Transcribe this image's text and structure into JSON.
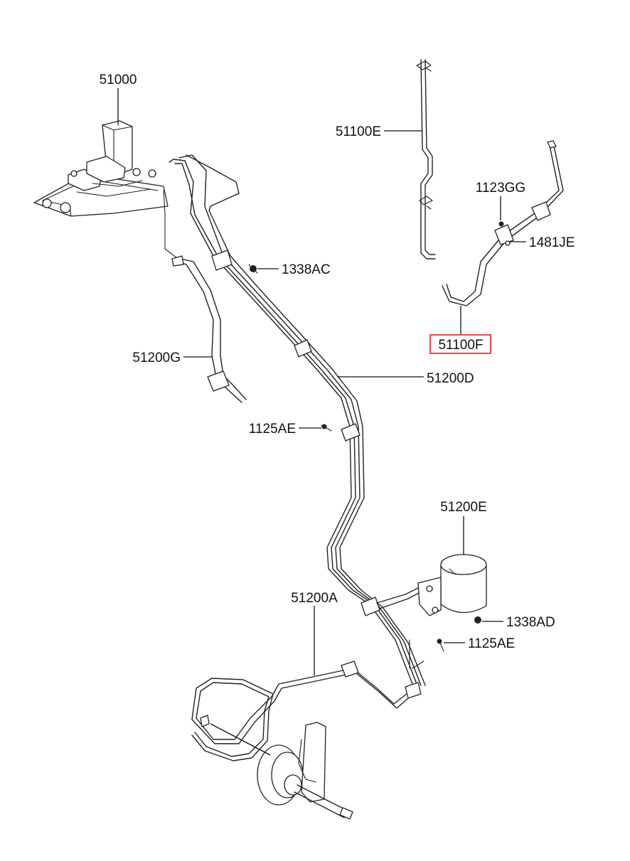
{
  "labels": {
    "p51000": "51000",
    "p51100E": "51100E",
    "p1123GG": "1123GG",
    "p1481JE": "1481JE",
    "p1338AC": "1338AC",
    "p51100F": "51100F",
    "p51200G": "51200G",
    "p51200D": "51200D",
    "p1125AE_top": "1125AE",
    "p51200E": "51200E",
    "p51200A": "51200A",
    "p1338AD": "1338AD",
    "p1125AE_bottom": "1125AE"
  },
  "highlight_color": "#e02020"
}
